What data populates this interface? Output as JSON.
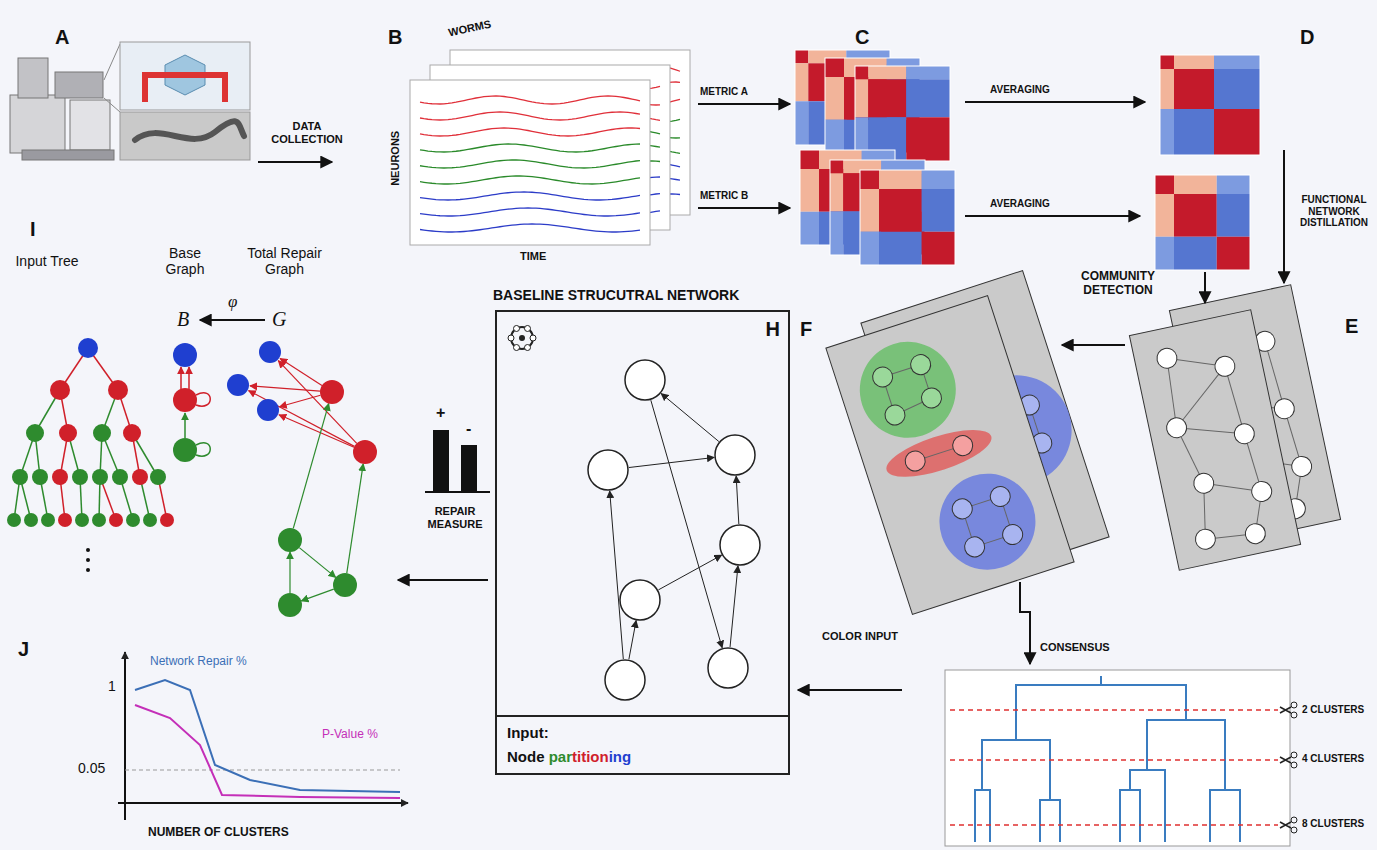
{
  "diagram": {
    "nodes": [
      {
        "text": [
          "BASELINE STRUCUTRAL NETWORK",
          "H",
          "Input:",
          "Node partitioning"
        ]
      }
    ],
    "labels": [
      "A",
      "B",
      "C",
      "D",
      "DATA COLLECTION",
      "WORMS",
      "NEURONS",
      "TIME",
      "METRIC A",
      "METRIC B",
      "AVERAGING",
      "AVERAGING",
      "FUNCTIONAL NETWORK DISTILLATION",
      "I",
      "Input Tree",
      "Base Graph",
      "Total Repair Graph",
      "φ",
      "B",
      "G",
      "COMMUNITY DETECTION",
      "F",
      "E",
      "+",
      "-",
      "REPAIR MEASURE",
      "COLOR INPUT",
      "CONSENSUS",
      "2 CLUSTERS",
      "4 CLUSTERS",
      "8 CLUSTERS",
      "J",
      "1",
      "Network Repair %",
      "P-Value %",
      "0.05",
      "NUMBER OF CLUSTERS"
    ]
  }
}
